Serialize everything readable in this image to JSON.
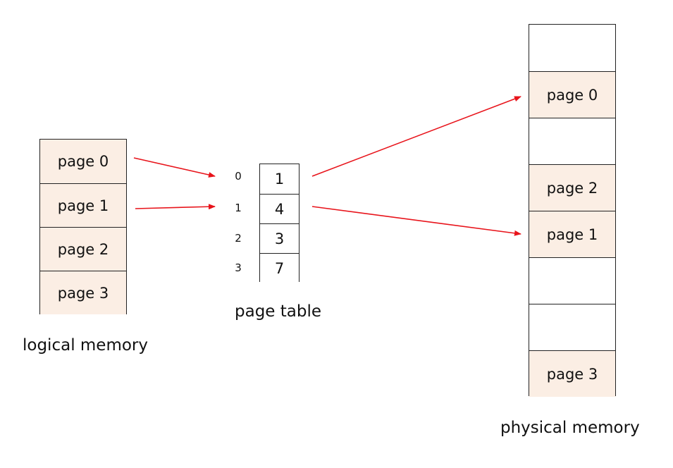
{
  "logical_memory": {
    "label": "logical memory",
    "pages": [
      "page 0",
      "page 1",
      "page 2",
      "page 3"
    ]
  },
  "page_table": {
    "label": "page table",
    "indices": [
      "0",
      "1",
      "2",
      "3"
    ],
    "frames": [
      "1",
      "4",
      "3",
      "7"
    ]
  },
  "physical_memory": {
    "label": "physical memory",
    "frames": [
      "",
      "page 0",
      "",
      "page 2",
      "page 1",
      "",
      "",
      "page 3"
    ]
  },
  "colors": {
    "page_fill": "#fbeee4",
    "arrow": "#e8141b",
    "border": "#222222"
  }
}
